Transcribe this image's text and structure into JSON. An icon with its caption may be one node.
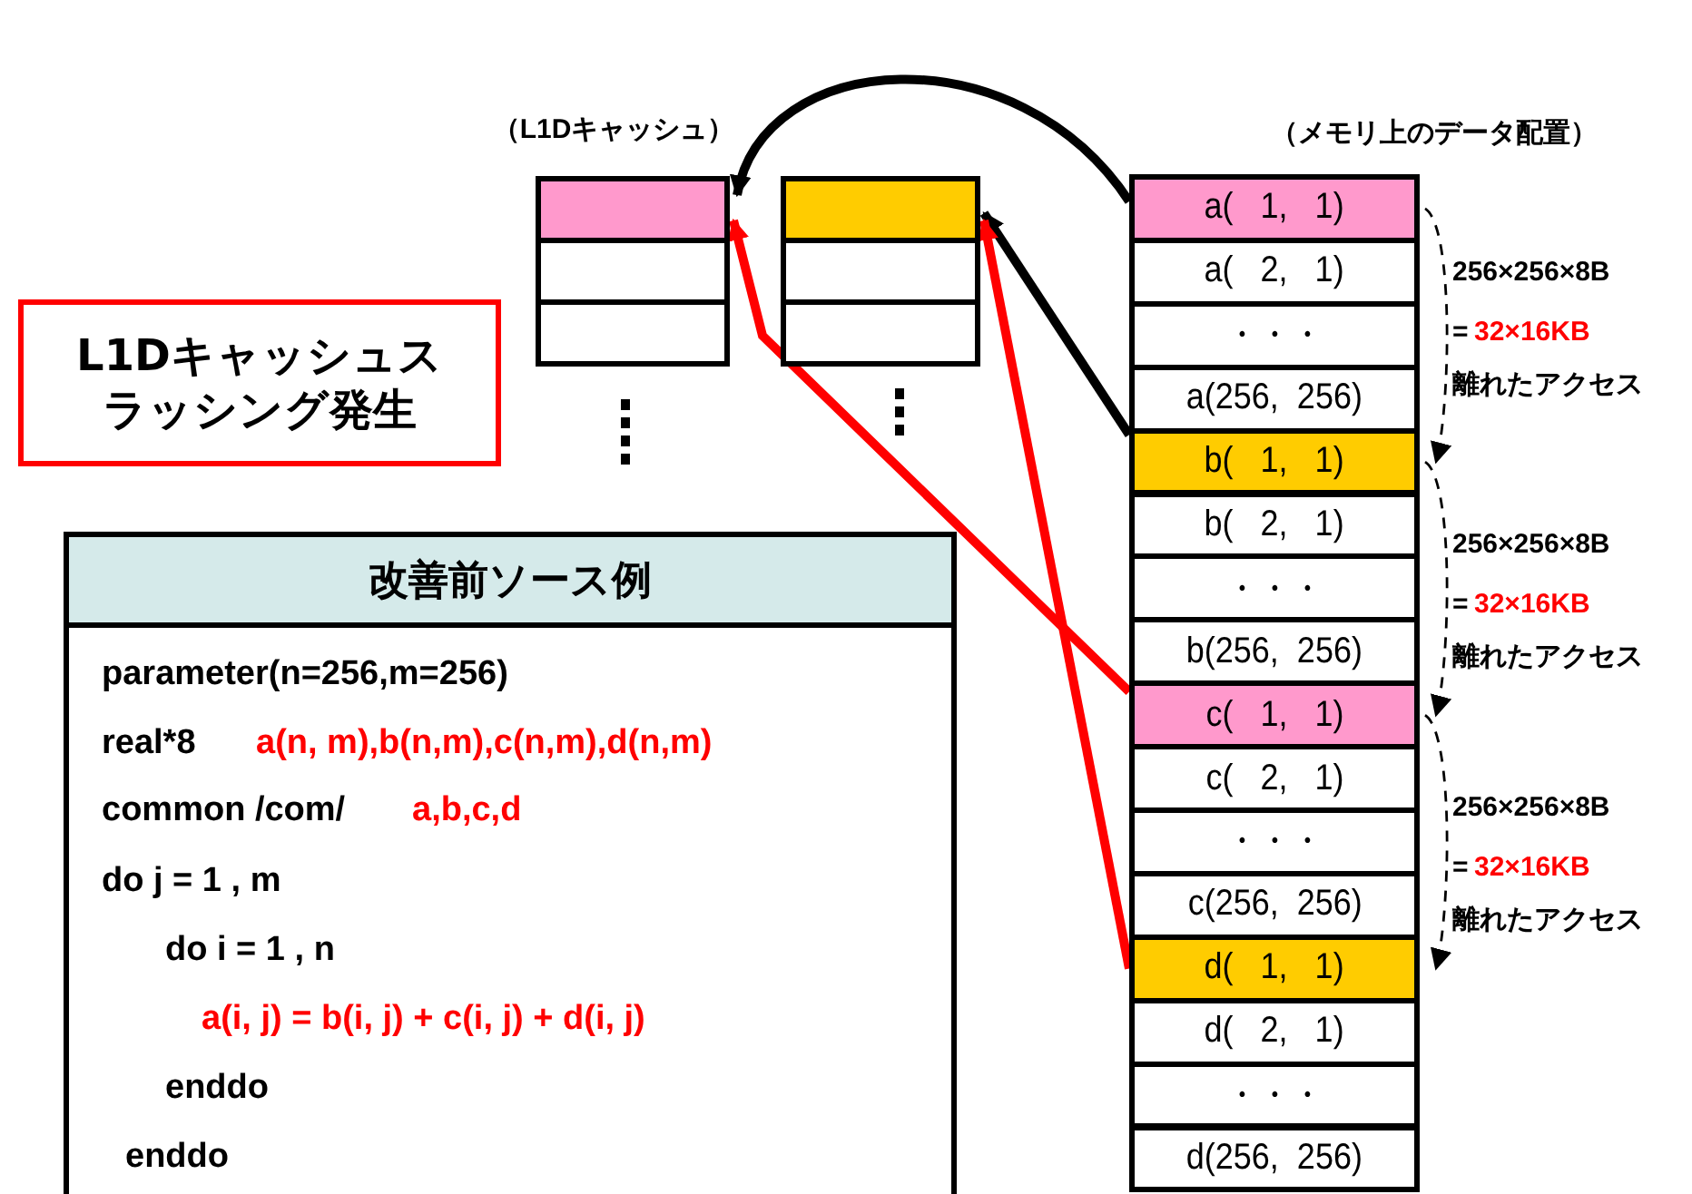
{
  "diagram": {
    "nodes": [
      {
        "text": [],
        "shape": "box"
      },
      {
        "text": [],
        "shape": "box"
      },
      {
        "text": [],
        "shape": "box"
      },
      {
        "text": [],
        "shape": "box"
      },
      {
        "text": [],
        "shape": "box"
      },
      {
        "text": [],
        "shape": "box"
      },
      {
        "text": [
          "（メモリ上のデータ配置）"
        ]
      },
      {
        "text": [
          "a(   1,   1)"
        ],
        "in": 6
      },
      {
        "text": [
          "a(   2,   1)"
        ],
        "in": 6
      },
      {
        "text": [
          "・・・"
        ],
        "in": 6
      },
      {
        "text": [
          "a(256,  256)"
        ],
        "in": 6
      },
      {
        "text": [
          "b(   1,   1)"
        ],
        "in": 6
      },
      {
        "text": [
          "b(   2,   1)"
        ],
        "in": 6
      },
      {
        "text": [
          "・・・"
        ],
        "in": 6
      },
      {
        "text": [
          "b(256,  256)"
        ],
        "in": 6
      },
      {
        "text": [
          "c(   1,   1)"
        ],
        "in": 6
      },
      {
        "text": [
          "c(   2,   1)"
        ],
        "in": 6
      },
      {
        "text": [
          "・・・"
        ],
        "in": 6
      },
      {
        "text": [
          "c(256,  256)"
        ],
        "in": 6
      },
      {
        "text": [
          "d(   1,   1)"
        ],
        "in": 6
      },
      {
        "text": [
          "d(   2,   1)"
        ],
        "in": 6
      },
      {
        "text": [
          "・・・"
        ],
        "in": 6
      },
      {
        "text": [
          "d(256,  256)"
        ],
        "in": 6
      },
      {
        "text": [
          "L1Dキャッシュスラッシング発生"
        ]
      },
      {
        "text": [
          "改善前ソース例",
          "parameter(n=256,m=256)",
          "real*8",
          "a(n, m),b(n,m),c(n,m),d(n,m)",
          "common /com/",
          "a,b,c,d",
          "do j = 1 , m",
          "do i = 1 , n",
          "a(i, j) = b(i, j) + c(i, j) + d(i, j)",
          "enddo",
          "enddo"
        ]
      }
    ],
    "edges": [
      {
        "from": 7,
        "to": 0,
        "arrow": "to"
      },
      {
        "from": 11,
        "to": 3,
        "arrow": "to"
      },
      {
        "from": 15,
        "to": 0,
        "arrow": "to",
        "color": "#ff0000"
      },
      {
        "from": 19,
        "to": 3,
        "arrow": "to",
        "color": "#ff0000"
      },
      {
        "from": 7,
        "to": 11,
        "arrow": "to",
        "style": "dashed"
      },
      {
        "from": 11,
        "to": 15,
        "arrow": "to",
        "style": "dashed"
      },
      {
        "from": 15,
        "to": 19,
        "arrow": "to",
        "style": "dashed"
      }
    ],
    "labels": [
      "（L1Dキャッシュ）",
      "256×256×8B",
      "=",
      "32×16KB",
      "離れたアクセス",
      "256×256×8B",
      "=",
      "32×16KB",
      "離れたアクセス",
      "256×256×8B",
      "=",
      "32×16KB",
      "離れたアクセス"
    ]
  }
}
